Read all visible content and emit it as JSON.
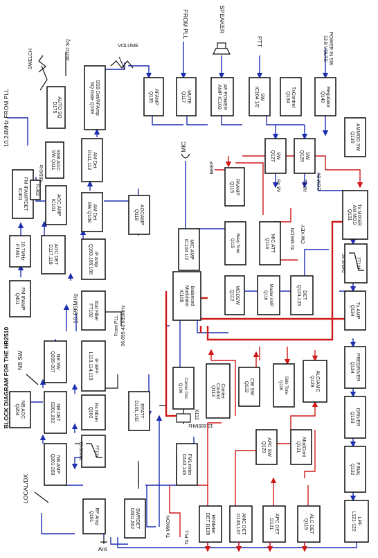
{
  "title": "BLOCK DIAGRAM FOR THE HR2510",
  "colors": {
    "signal": "#1d2fb0",
    "control": "#d01818",
    "box": "#1a1a1a"
  },
  "blocks": {
    "rf_amp": [
      "RF Amp",
      "Q101"
    ],
    "swr_det": [
      "SWRDET",
      "D501,502"
    ],
    "nb_amp": [
      "NB AMP",
      "Q201-203"
    ],
    "nb_agc": [
      "NB AGC",
      "Q204"
    ],
    "nb_det": [
      "NB DET",
      "D201,202"
    ],
    "nb_sw": [
      "NB SW",
      "Q205-207"
    ],
    "fm_if_amp": [
      "FM IFAMP",
      "Q401"
    ],
    "fm_ifamp_det": [
      "FM IFAMP/DET",
      "IC401"
    ],
    "fl401": [
      "10.7MHz",
      "FT401"
    ],
    "fl402": [
      "FL402"
    ],
    "agc_det": [
      "AGC DET",
      "D117,118"
    ],
    "agc_amp": [
      "AGC AMP",
      "IC101"
    ],
    "ssb_agc_sw": [
      "SSB AGC",
      "SW Q111"
    ],
    "auto_sq": [
      "AUTO SQ",
      "D175"
    ],
    "ssb_det": [
      "SSB Det/AFAmp",
      "SQ Gate Q109"
    ],
    "am_det": [
      "AM Det",
      "D111,112"
    ],
    "am_det_sw": [
      "AM Det",
      "SW Q108"
    ],
    "if_amp": [
      "IF Amp",
      "Q103,105,106"
    ],
    "xtal_filter": [
      "Xtal Filter",
      "FT102"
    ],
    "if_bpf": [
      "IF BPF",
      "L113,114,115"
    ],
    "rx_mixer": [
      "Rx Mixer",
      "Q102"
    ],
    "ft101": [
      "26-30MHz",
      "FT101"
    ],
    "agc_amp2": [
      "AGCAMP",
      "Q118"
    ],
    "rf_att": [
      "RFATT",
      "D101,102"
    ],
    "af_amp": [
      "AFAMP",
      "Q135"
    ],
    "mute": [
      "MUTE",
      "Q117"
    ],
    "af_power_amp": [
      "AF POWER",
      "AMP IC103"
    ],
    "sw_ic104": [
      "SW",
      "IC104 1/2"
    ],
    "tx_control": [
      "TxControl",
      "Q134"
    ],
    "regulator": [
      "Regulator",
      "Q140"
    ],
    "sw_q127": [
      "SW",
      "Q127"
    ],
    "sw_q129": [
      "SW",
      "Q129"
    ],
    "am_mod_sw": [
      "AMMOD SW",
      "Q130"
    ],
    "pa_amp": [
      "PAAMP",
      "Q115"
    ],
    "beep_tone": [
      "Beep Tone",
      "Q115"
    ],
    "mic_amp": [
      "MIC AMP",
      "IC104 1/2"
    ],
    "mic_att": [
      "MIC ATT",
      "Q114"
    ],
    "bal_mod": [
      "Balanced",
      "Modulator",
      "IC105"
    ],
    "mod_sw": [
      "MODSW",
      "Q112"
    ],
    "master_amp": [
      "Master AMP",
      "Q116"
    ],
    "det_q124": [
      "DET",
      "Q124,125"
    ],
    "tx_mixer": [
      "Tx MIXER",
      "AM MOD",
      "Q131"
    ],
    "ft104": [
      "26-30MHz",
      "FT104"
    ],
    "tx_amp": [
      "Tx AMP",
      "Q134"
    ],
    "carrier_osc": [
      "Carrier Osc",
      "Q106"
    ],
    "carrier_control": [
      "Carrier",
      "Control",
      "Q113"
    ],
    "cw_sw": [
      "CW SW",
      "Q122"
    ],
    "side_tone": [
      "Side Tone",
      "Q126"
    ],
    "alc_amp": [
      "ALC/AMC",
      "Q128"
    ],
    "predriver": [
      "PREDRIVER",
      "Q134"
    ],
    "apc_sw": [
      "APC SW",
      "Q120"
    ],
    "mod_cont": [
      "ModCont",
      "Q121"
    ],
    "driver": [
      "DRIVER",
      "Q133"
    ],
    "fm_limiter": [
      "FMLimiter",
      "D143,145"
    ],
    "rf_meter_det": [
      "RFMeter",
      "DET D139"
    ],
    "amc_det": [
      "AMC DET",
      "D136,137"
    ],
    "apc_det": [
      "APC DET",
      "D121"
    ],
    "alc_det": [
      "ALC DET",
      "Q119"
    ],
    "final": [
      "FINAL",
      "Q132"
    ],
    "lpf": [
      "LPF",
      "L121-122"
    ]
  },
  "labels": {
    "freq_10_24": "10.24MHz FROM PLL",
    "khz455": "455KHz",
    "squelch": "SWELCH",
    "auto_sq": "AUTO SQ",
    "volume": "VOLUME",
    "from_pll": "FROM PLL",
    "speaker": "SPEAKER",
    "ptt": "PTT",
    "volts": "13.8 VOLTS",
    "power_sw": "POWER IN SW",
    "mic": "MIC",
    "beep": "BEEP",
    "rx8v": "Rx 8V",
    "tx8v": "Tx 8V",
    "com8v": "COM 8V",
    "to_mikon1": "To MIKON",
    "cw_key": "CW KEY",
    "mhz10_695": "10.695MHz",
    "from_pll_36": "From PLL",
    "range_36": "36.695-40.695MHz",
    "x112": "X112",
    "mhz_10_69": "10.695MHz",
    "nb_sw_label": "NB SW",
    "local_dx": "LOCAL/DX",
    "ant": "Ant",
    "to_mikon2": "To MIKON",
    "to_pll": "To PLL"
  }
}
